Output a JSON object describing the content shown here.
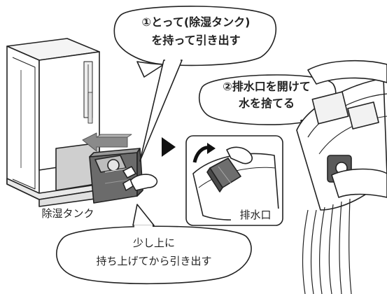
{
  "step1": {
    "line1": "①とって(除湿タンク)",
    "line2": "を持って引き出す"
  },
  "step2": {
    "line1": "②排水口を開けて",
    "line2": "水を捨てる"
  },
  "bottom_note": {
    "line1": "少し上に",
    "line2": "持ち上げてから引き出す"
  },
  "labels": {
    "tank": "除湿タンク",
    "drain": "排水口"
  }
}
